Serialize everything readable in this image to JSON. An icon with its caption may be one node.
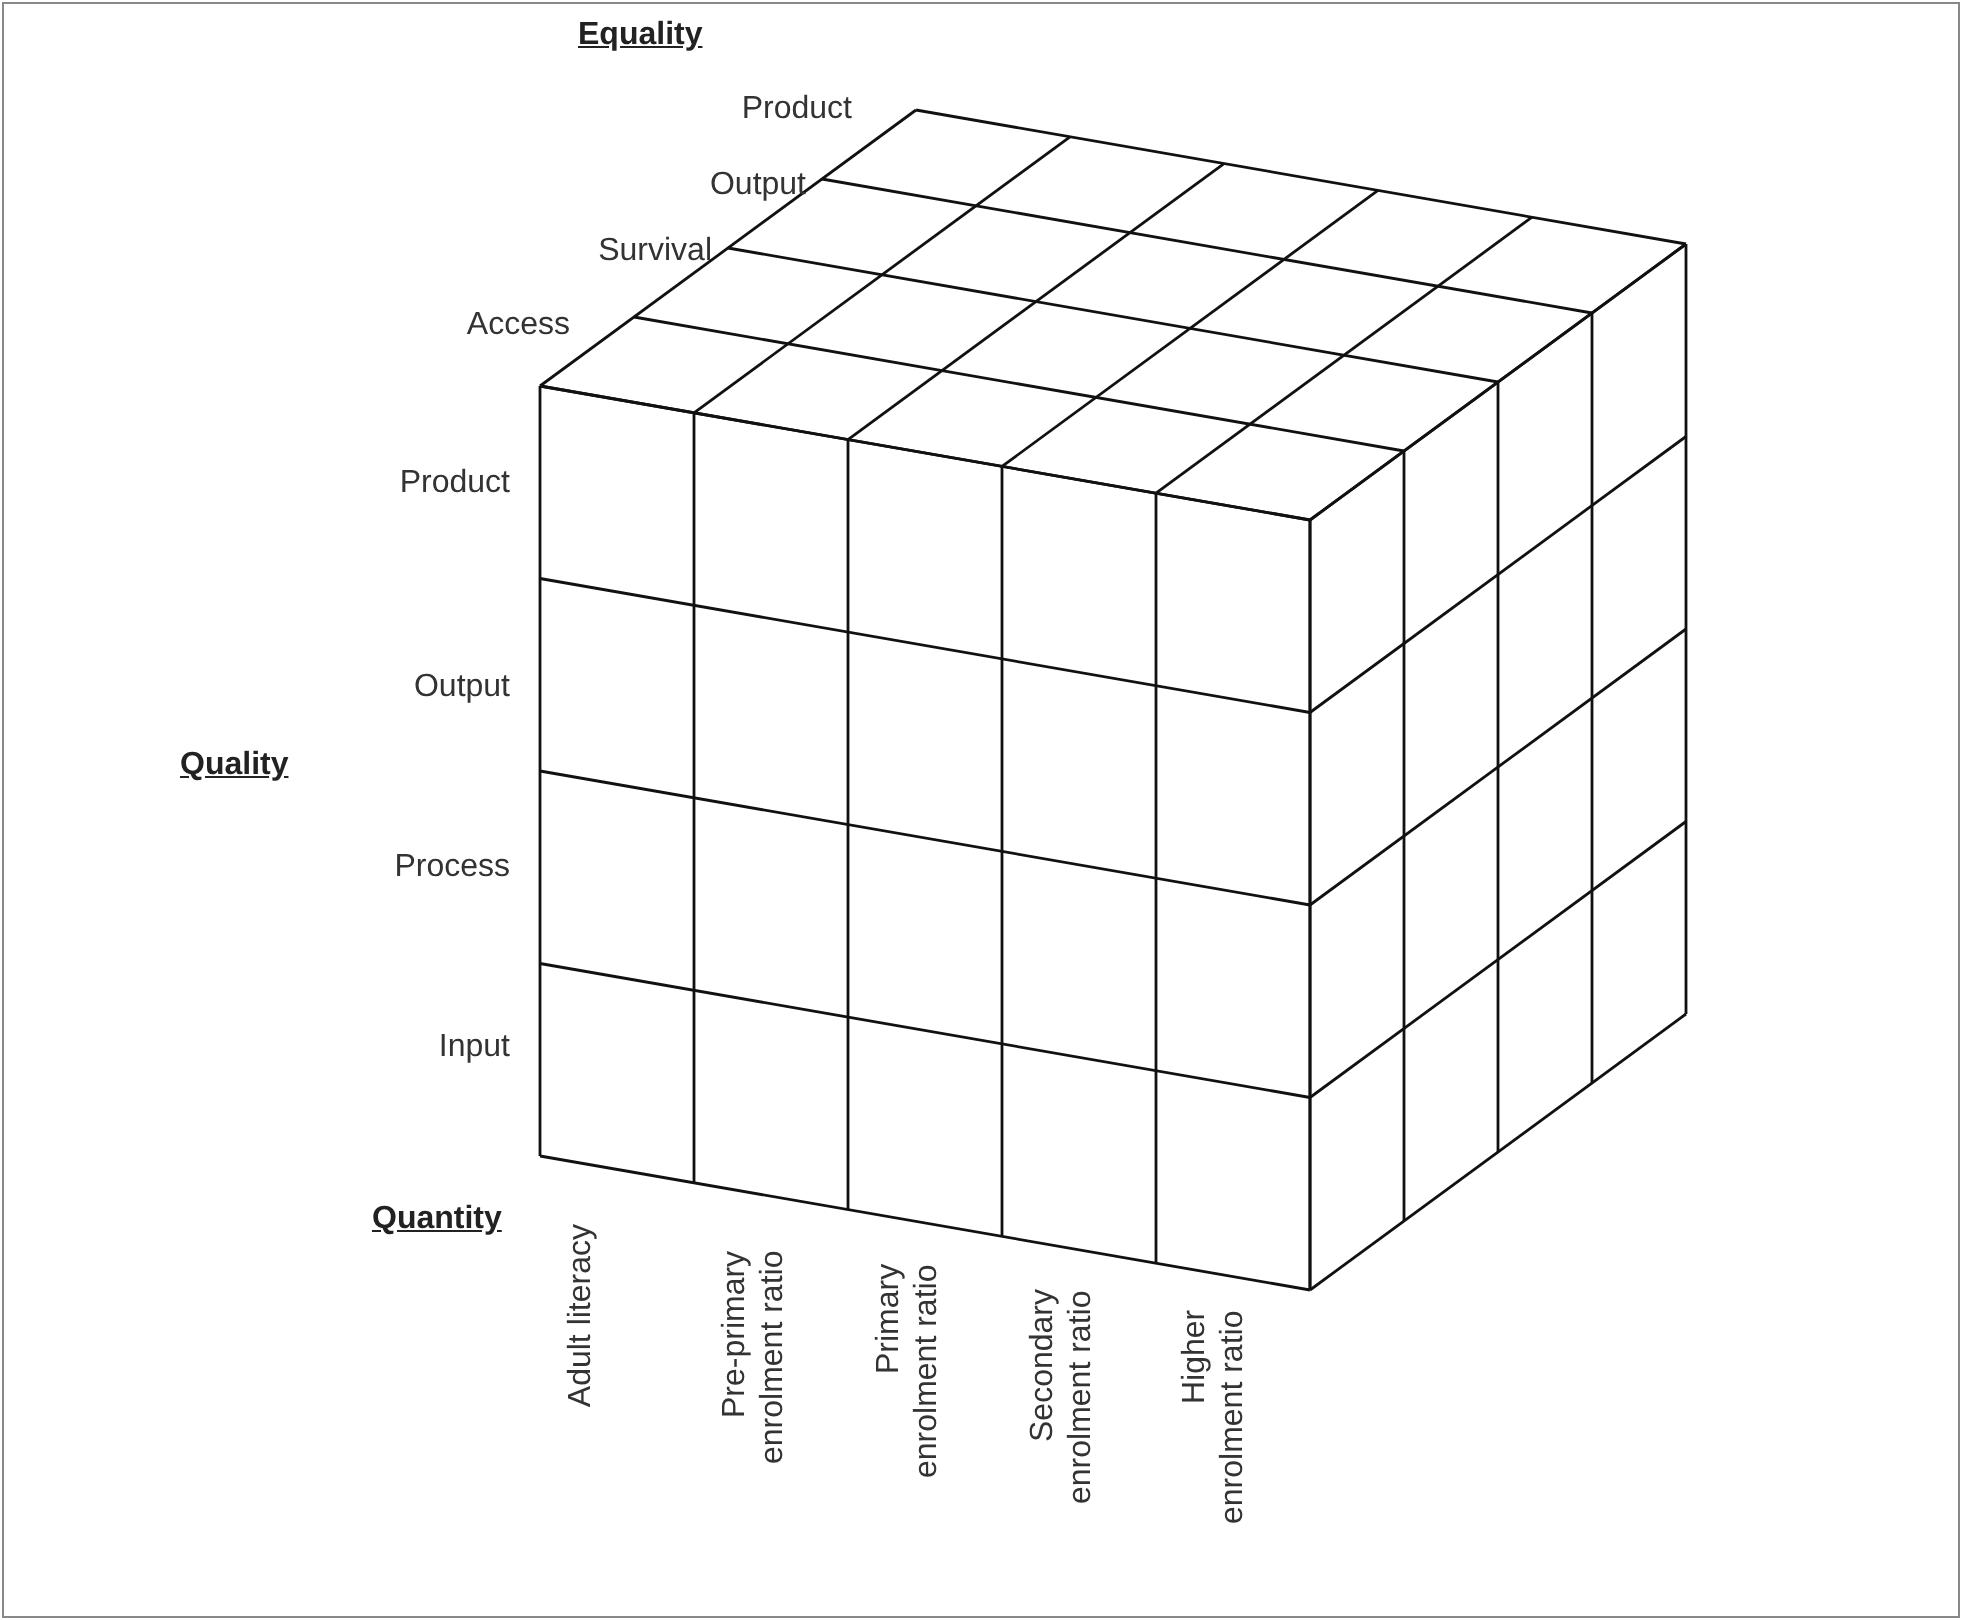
{
  "diagram": {
    "labels": [
      "Equality",
      "Product",
      "Output",
      "Survival",
      "Access",
      "Product",
      "Output",
      "Quality",
      "Process",
      "Input",
      "Quantity",
      "Adult literacy",
      "Pre-primary enrolment ratio",
      "Primary enrolment ratio",
      "Secondary enrolment ratio",
      "Higher enrolment ratio"
    ]
  }
}
